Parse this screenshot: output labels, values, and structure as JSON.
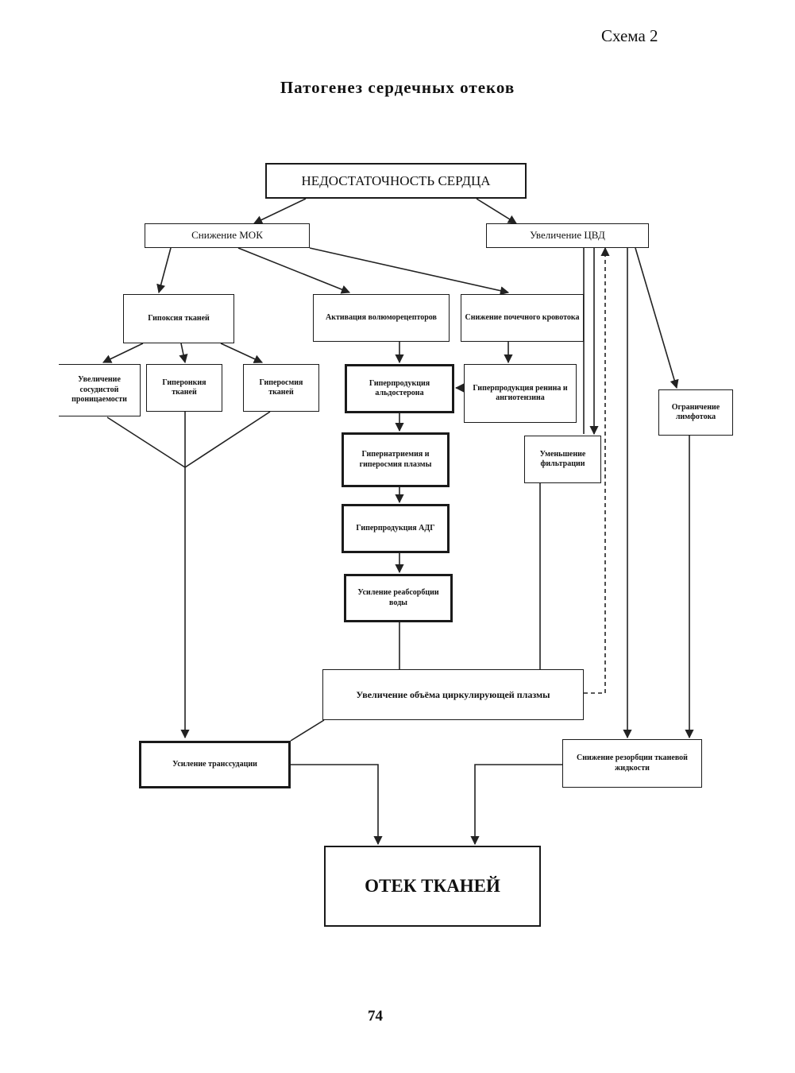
{
  "header": {
    "scheme_label": "Схема 2",
    "title": "Патогенез сердечных отеков",
    "page_number": "74"
  },
  "nodes": {
    "heart_failure": "НЕДОСТАТОЧНОСТЬ СЕРДЦА",
    "mok_decrease": "Снижение МОК",
    "cvd_increase": "Увеличение ЦВД",
    "tissue_hypoxia": "Гипоксия тканей",
    "volumoreceptor_activation": "Активация волюморецепторов",
    "renal_bloodflow_decrease": "Снижение почечного кровотока",
    "vascular_permeability": "Увеличение сосудистой проницаемости",
    "tissue_hyperonkia": "Гиперонкия тканей",
    "tissue_hyperosmia": "Гиперосмия тканей",
    "aldosterone_hyperproduction": "Гиперпродукция альдостерона",
    "renin_hyperproduction": "Гиперпродукция ренина и ангиотензина",
    "lymph_flow_limit": "Ограничение лимфотока",
    "plasma_hypernatremia": "Гипернатриемия и гиперосмия плазмы",
    "filtration_decrease": "Уменьшение фильтрации",
    "adh_hyperproduction": "Гиперпродукция АДГ",
    "water_reabsorption": "Усиление реабсорбции воды",
    "plasma_volume_increase": "Увеличение объёма циркулирующей плазмы",
    "transudation_increase": "Усиление транссудации",
    "fluid_resorption_decrease": "Снижение резорбции тканевой жидкости",
    "tissue_edema": "ОТЕК ТКАНЕЙ"
  }
}
